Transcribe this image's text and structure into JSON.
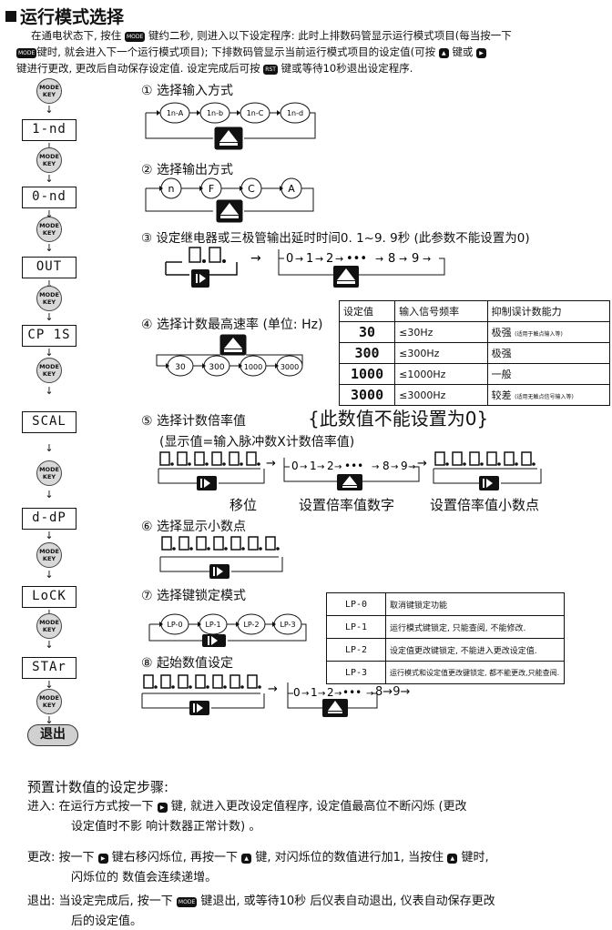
{
  "title": "运行模式选择",
  "intro": {
    "p1": "在通电状态下, 按住",
    "p2": "键约二秒, 则进入以下设定程序: 此时上排数码管显示运行模式项目(每当按一下",
    "p3": "键时, 就会进入下一个运行模式项目); 下排数码管显示当前运行模式项目的设定值(可按",
    "p4": "键或",
    "p5": "键进行更改, 更改后自动保存设定值. 设定完成后可按",
    "p6": "键或等待10秒退出设定程序."
  },
  "keys": {
    "mode": "MODE",
    "key": "KEY",
    "rst": "RST"
  },
  "sidebar": {
    "codes": [
      "1-nd",
      "0-nd",
      "OUT",
      "CP 1S",
      "SCAL",
      "d-dP",
      "LoCK",
      "STAr"
    ],
    "exit": "退出"
  },
  "steps": {
    "s1": "① 选择输入方式",
    "s1_items": [
      "1n-A",
      "1n-b",
      "1n-C",
      "1n-d"
    ],
    "s2": "② 选择输出方式",
    "s2_items": [
      "n",
      "F",
      "C",
      "A"
    ],
    "s3": "③ 设定继电器或三极管输出延时时间0. 1~9. 9秒 (此参数不能设置为0)",
    "s3_seq": [
      "0",
      "1",
      "2",
      "•••",
      "8",
      "9"
    ],
    "s4": "④ 选择计数最高速率 (单位: Hz)",
    "s4_items": [
      "30",
      "300",
      "1000",
      "3000"
    ],
    "s5": "⑤ 选择计数倍率值",
    "s5_note": "{此数值不能设置为0}",
    "s5_sub": "(显示值=输入脉冲数X计数倍率值)",
    "s5_labels": [
      "移位",
      "设置倍率值数字",
      "设置倍率值小数点"
    ],
    "s6": "⑥ 选择显示小数点",
    "s7": "⑦ 选择键锁定模式",
    "s7_items": [
      "LP-0",
      "LP-1",
      "LP-2",
      "LP-3"
    ],
    "s8": "⑧ 起始数值设定"
  },
  "speed_table": {
    "headers": [
      "设定值",
      "输入信号频率",
      "抑制误计数能力"
    ],
    "rows": [
      {
        "v": "30",
        "f": "≤30Hz",
        "a": "极强",
        "n": "(适用于触点输入等)"
      },
      {
        "v": "300",
        "f": "≤300Hz",
        "a": "极强",
        "n": ""
      },
      {
        "v": "1000",
        "f": "≤1000Hz",
        "a": "一般",
        "n": ""
      },
      {
        "v": "3000",
        "f": "≤3000Hz",
        "a": "较差",
        "n": "(适用无触点信号输入等)"
      }
    ]
  },
  "lock_table": [
    {
      "c": "LP-0",
      "d": "取消键锁定功能"
    },
    {
      "c": "LP-1",
      "d": "运行模式键锁定, 只能查阅, 不能修改."
    },
    {
      "c": "LP-2",
      "d": "设定值更改键锁定, 不能进入更改设定值."
    },
    {
      "c": "LP-3",
      "d": "运行模式和设定值更改键锁定, 都不能更改,只能查阅."
    }
  ],
  "preset": {
    "title": "预置计数值的设定步骤:",
    "enter": {
      "a": "进入: 在运行方式按一下",
      "b": "键, 就进入更改设定值程序, 设定值最高位不断闪烁 (更改",
      "c": "设定值时不影 响计数器正常计数) 。"
    },
    "change": {
      "a": "更改: 按一下",
      "b": "键右移闪烁位, 再按一下",
      "c": "键, 对闪烁位的数值进行加1, 当按住",
      "d": "键时,",
      "e": "闪烁位的 数值会连续递增。"
    },
    "quit": {
      "a": "退出: 当设定完成后, 按一下",
      "b": "键退出, 或等待10秒 后仪表自动退出, 仪表自动保存更改",
      "c": "后的设定值。"
    }
  }
}
